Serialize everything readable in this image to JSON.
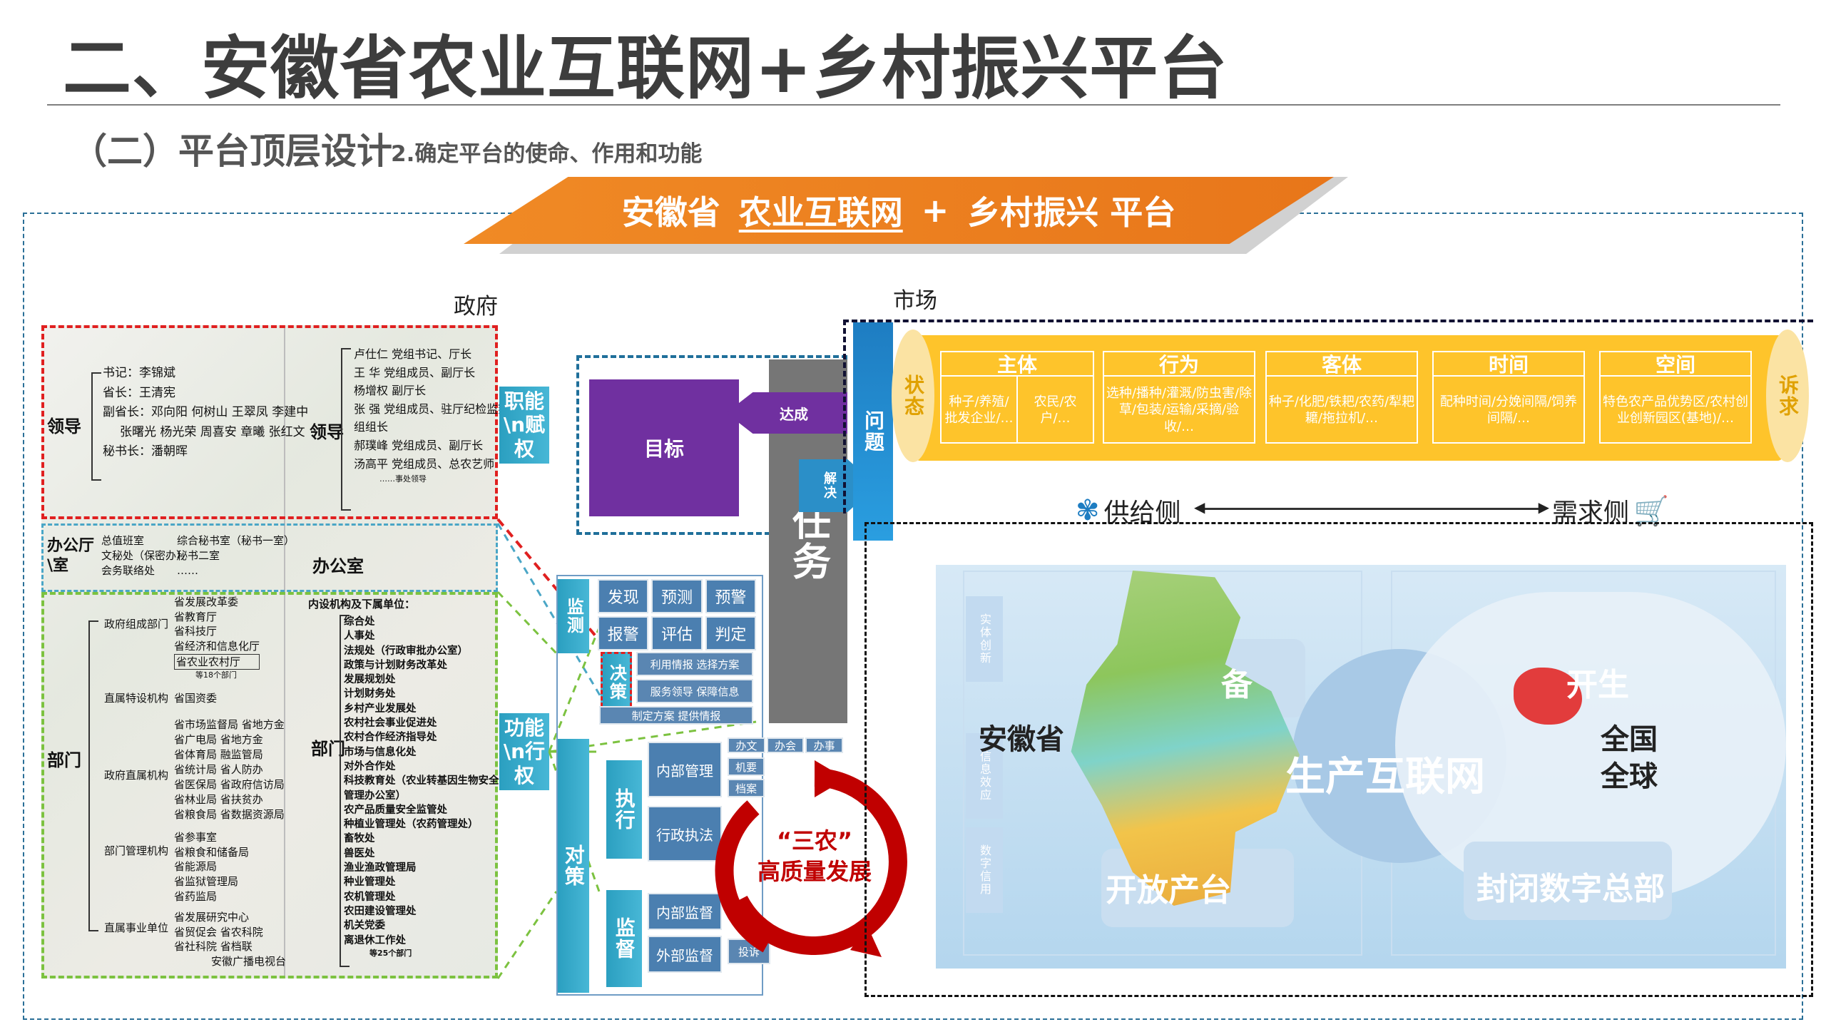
{
  "title": "二、安徽省农业互联网+乡村振兴平台",
  "subtitle": "（二）平台顶层设计",
  "subtitle_note": "2.确定平台的使命、作用和功能",
  "banner": {
    "part1": "安徽省",
    "part2": "农业互联网",
    "plus": "+",
    "part3": "乡村振兴 平台"
  },
  "government": {
    "caption": "政府",
    "leader": {
      "label": "领导",
      "items": [
        "书记：李锦斌",
        "省长：王清宪",
        "副省长：邓向阳 何树山 王翠凤 李建中",
        "张曙光 杨光荣 周喜安 章曦 张红文",
        "秘书长：潘朝晖"
      ],
      "right_label": "领导",
      "right_items": [
        "卢仕仁  党组书记、厅长",
        "王  华  党组成员、副厅长",
        "杨增权  副厅长",
        "张  强  党组成员、驻厅纪检监察",
        "组组长",
        "郝璞峰  党组成员、副厅长",
        "汤高平  党组成员、总农艺师",
        "……事处领导"
      ]
    },
    "office": {
      "label": "办公厅\\室",
      "items": [
        "总值班室",
        "文秘处（保密办）",
        "会务联络处"
      ],
      "items2": [
        "综合秘书室（秘书一室）",
        "秘书二室",
        "……"
      ],
      "right_label": "办公室"
    },
    "dept": {
      "label": "部门",
      "groups": [
        {
          "name": "政府组成部门",
          "items": [
            "省发展改革委",
            "省教育厅",
            "省科技厅",
            "省经济和信息化厅",
            "省农业农村厅",
            "等18个部门"
          ]
        },
        {
          "name": "直属特设机构",
          "items": [
            "省国资委"
          ]
        },
        {
          "name": "政府直属机构",
          "items": [
            "省市场监督局  省地方金",
            "省广电局  省地方金",
            "省体育局  融监管局",
            "省统计局  省人防办",
            "省医保局  省政府信访局",
            "省林业局  省扶贫办",
            "省粮食局  省数据资源局"
          ]
        },
        {
          "name": "部门管理机构",
          "items": [
            "省参事室",
            "省粮食和储备局",
            "省能源局",
            "省监狱管理局",
            "省药监局"
          ]
        },
        {
          "name": "直属事业单位",
          "items": [
            "省发展研究中心",
            "省贸促会  省农科院",
            "省社科院  省档联",
            "安徽广播电视台"
          ]
        }
      ],
      "right_label": "部门",
      "right_title": "内设机构及下属单位：",
      "right_items": [
        "综合处",
        "人事处",
        "法规处（行政审批办公室）",
        "政策与计划财务改革处",
        "发展规划处",
        "计划财务处",
        "乡村产业发展处",
        "农村社会事业促进处",
        "农村合作经济指导处",
        "市场与信息化处",
        "对外合作处",
        "科技教育处（农业转基因生物安全",
        "管理办公室）",
        "农产品质量安全监管处",
        "种植业管理处（农药管理处）",
        "畜牧处",
        "兽医处",
        "渔业渔政管理局",
        "种业管理处",
        "农机管理处",
        "农田建设管理处",
        "机关党委",
        "离退休工作处",
        "等25个部门"
      ]
    },
    "role1": "职能\\n赋权",
    "role2": "功能\\n行权"
  },
  "target": {
    "label": "目标",
    "achieve": "达成",
    "task": "任务",
    "solve": "解决",
    "problem": "问题"
  },
  "monitor": {
    "label": "监测",
    "cells": [
      "发现",
      "预测",
      "预警",
      "报警",
      "评估",
      "判定"
    ]
  },
  "decision": {
    "label": "决策",
    "cells": [
      "利用情报 选择方案",
      "服务领导 保障信息",
      "制定方案 提供情报"
    ]
  },
  "action": {
    "label": "对策",
    "exec": "执行",
    "supervise": "监督",
    "exec_cells": [
      "内部管理",
      "行政执法"
    ],
    "exec_top": [
      "办文",
      "办会",
      "办事"
    ],
    "exec_sub": [
      "机要",
      "档案"
    ],
    "sup_cells": [
      "内部监督",
      "外部监督"
    ],
    "sup_extra": "投诉"
  },
  "ring": {
    "line1": "“三农”",
    "line2": "高质量发展"
  },
  "market": {
    "caption": "市场",
    "state": "状态",
    "appeal": "诉求",
    "cards": [
      {
        "head": "主体",
        "body": [
          "种子/养殖/批发企业/…",
          "农民/农户/…"
        ]
      },
      {
        "head": "行为",
        "body": [
          "选种/播种/灌溉/防虫害/除草/包装/运输/采摘/验收/…"
        ]
      },
      {
        "head": "客体",
        "body": [
          "种子/化肥/铁耙/农药/犁耙耱/拖拉机/…"
        ]
      },
      {
        "head": "时间",
        "body": [
          "配种时间/分娩间隔/饲养间隔/…"
        ]
      },
      {
        "head": "空间",
        "body": [
          "特色农产品优势区/农村创业创新园区(基地)/…"
        ]
      }
    ],
    "supply": "供给侧",
    "demand": "需求侧"
  },
  "panel": {
    "province": "安徽省",
    "national1": "全国",
    "national2": "全球",
    "hq": "封闭数字总部",
    "network": "生产互联网",
    "ghost1": "备",
    "ghost2": "开生",
    "ghost3": "开放产台",
    "chips": [
      "实体创新",
      "信息效应",
      "数字信用"
    ]
  },
  "colors": {
    "orange": "#f08a25",
    "purple": "#7030a0",
    "gold": "#fec42b",
    "red": "#c00000",
    "blue": "#1e7dc2",
    "teal": "#2b9fc0"
  }
}
